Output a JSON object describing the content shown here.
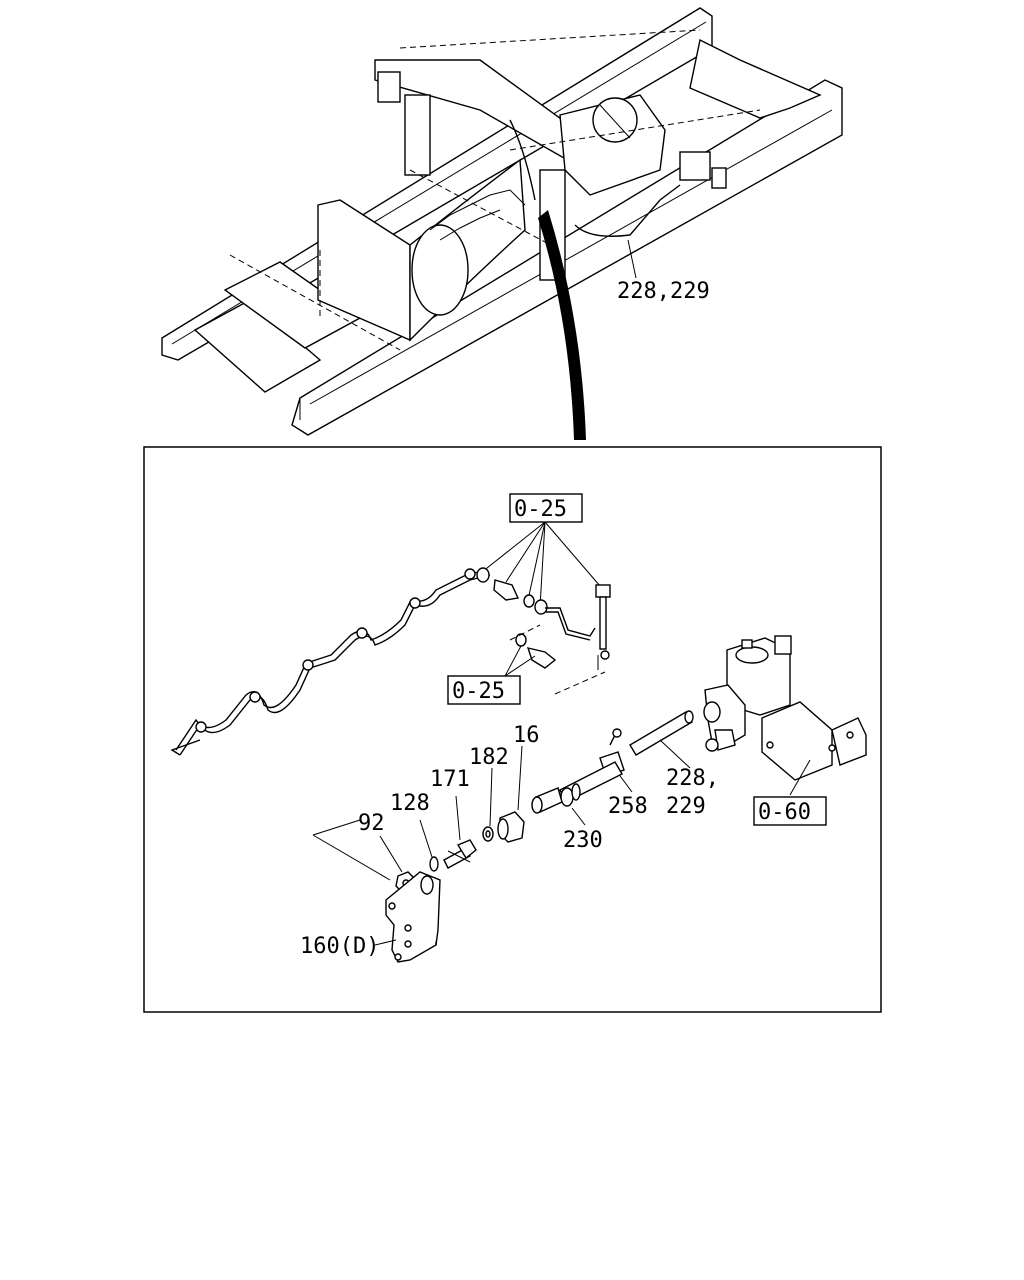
{
  "callouts": {
    "overview_ref": "228,229",
    "ref_025_top": "0-25",
    "ref_025_mid": "0-25",
    "ref_060": "0-60",
    "p16": "16",
    "p182": "182",
    "p171": "171",
    "p128": "128",
    "p92": "92",
    "p160": "160(D)",
    "p230": "230",
    "p258": "258",
    "p228": "228,",
    "p229": "229"
  }
}
